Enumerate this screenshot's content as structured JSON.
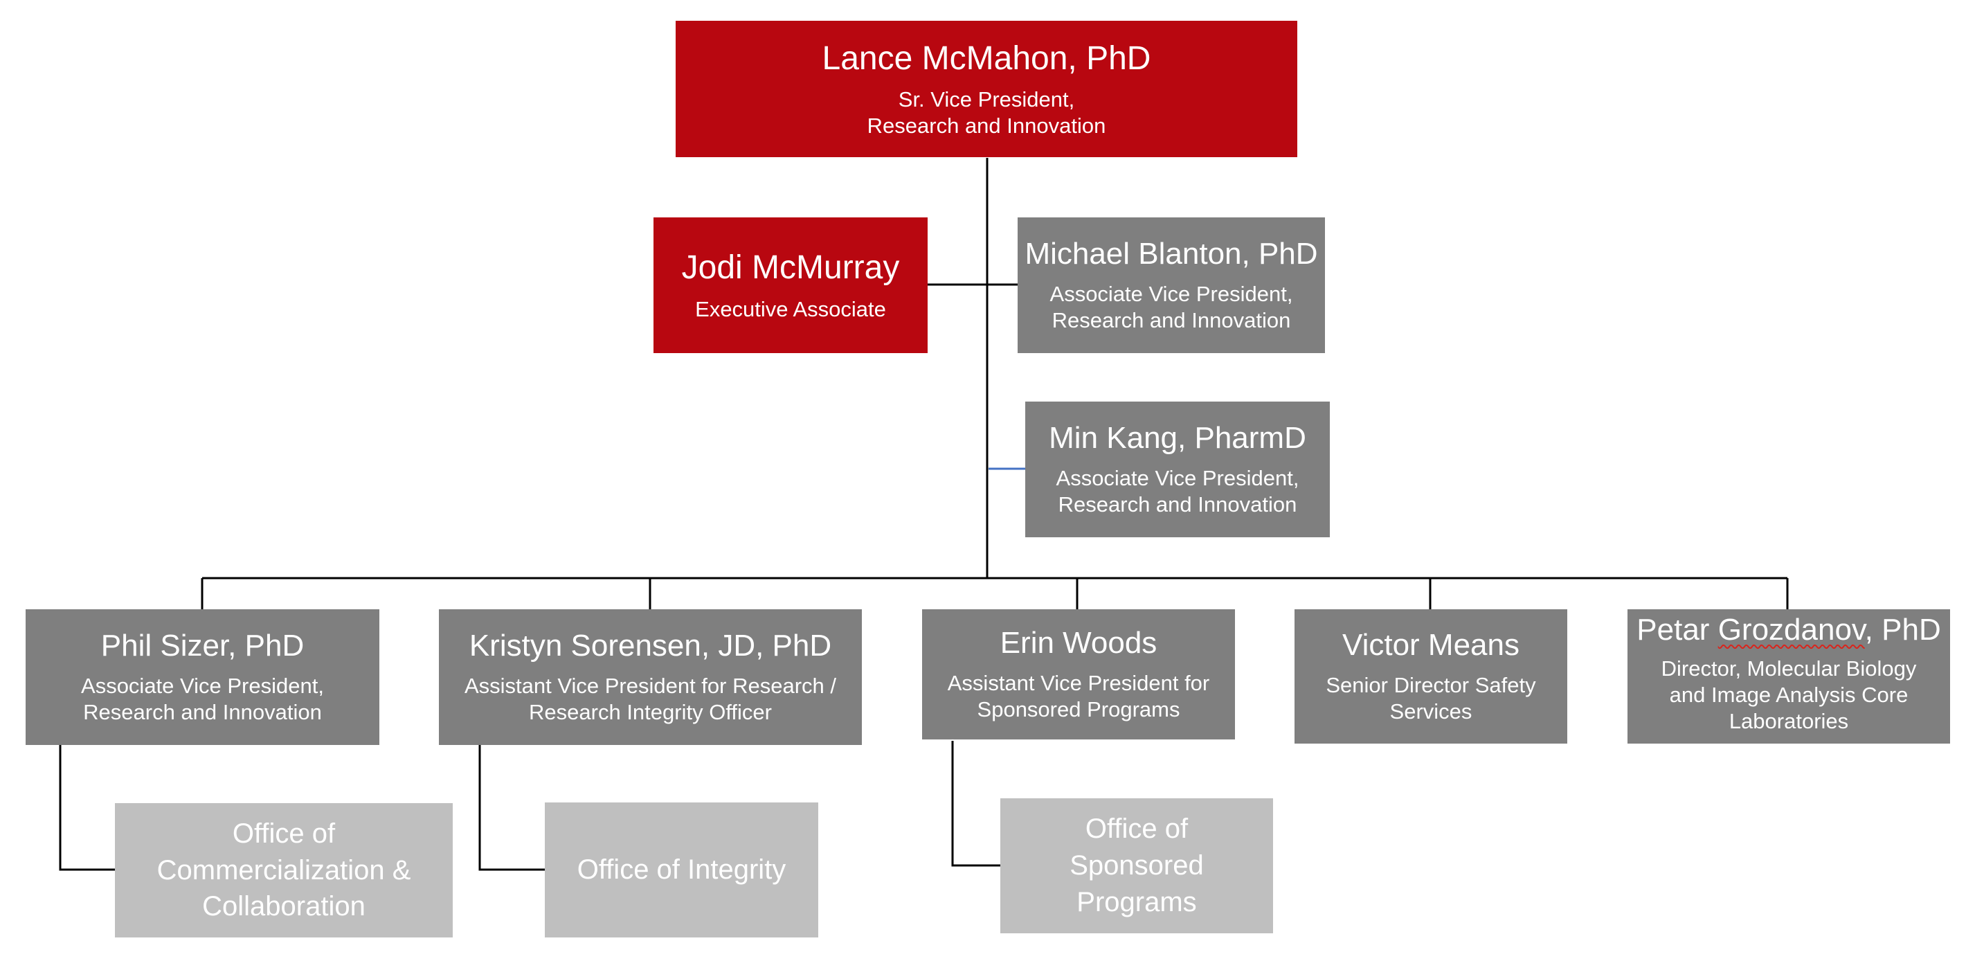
{
  "colors": {
    "executive_red": "#b80710",
    "staff_gray": "#7f7f7f",
    "office_gray": "#bfbfbf",
    "line_black": "#000000",
    "line_blue": "#4472c4"
  },
  "top": {
    "name": "Lance McMahon, PhD",
    "title_line1": "Sr. Vice President,",
    "title_line2": "Research and Innovation"
  },
  "exec_associate": {
    "name": "Jodi McMurray",
    "title": "Executive Associate"
  },
  "avp_blanton": {
    "name": "Michael Blanton, PhD",
    "title_line1": "Associate Vice President,",
    "title_line2": "Research and Innovation"
  },
  "avp_kang": {
    "name": "Min Kang, PharmD",
    "title_line1": "Associate Vice President,",
    "title_line2": "Research and Innovation"
  },
  "sizer": {
    "name": "Phil Sizer, PhD",
    "title_line1": "Associate Vice President,",
    "title_line2": "Research and Innovation"
  },
  "sorensen": {
    "name": "Kristyn Sorensen, JD, PhD",
    "title_line1": "Assistant Vice President for Research /",
    "title_line2": "Research Integrity Officer"
  },
  "woods": {
    "name": "Erin Woods",
    "title_line1": "Assistant Vice President for",
    "title_line2": "Sponsored Programs"
  },
  "means": {
    "name": "Victor Means",
    "title_line1": "Senior Director Safety",
    "title_line2": "Services"
  },
  "grozdanov": {
    "name_first": "Petar",
    "name_last": "Grozdanov",
    "name_suffix": ", PhD",
    "title_line1": "Director, Molecular Biology",
    "title_line2": "and Image Analysis Core",
    "title_line3": "Laboratories"
  },
  "office_commercialization": {
    "line1": "Office of",
    "line2": "Commercialization &",
    "line3": "Collaboration"
  },
  "office_integrity": {
    "label": "Office of Integrity"
  },
  "office_sponsored": {
    "line1": "Office of",
    "line2": "Sponsored",
    "line3": "Programs"
  }
}
